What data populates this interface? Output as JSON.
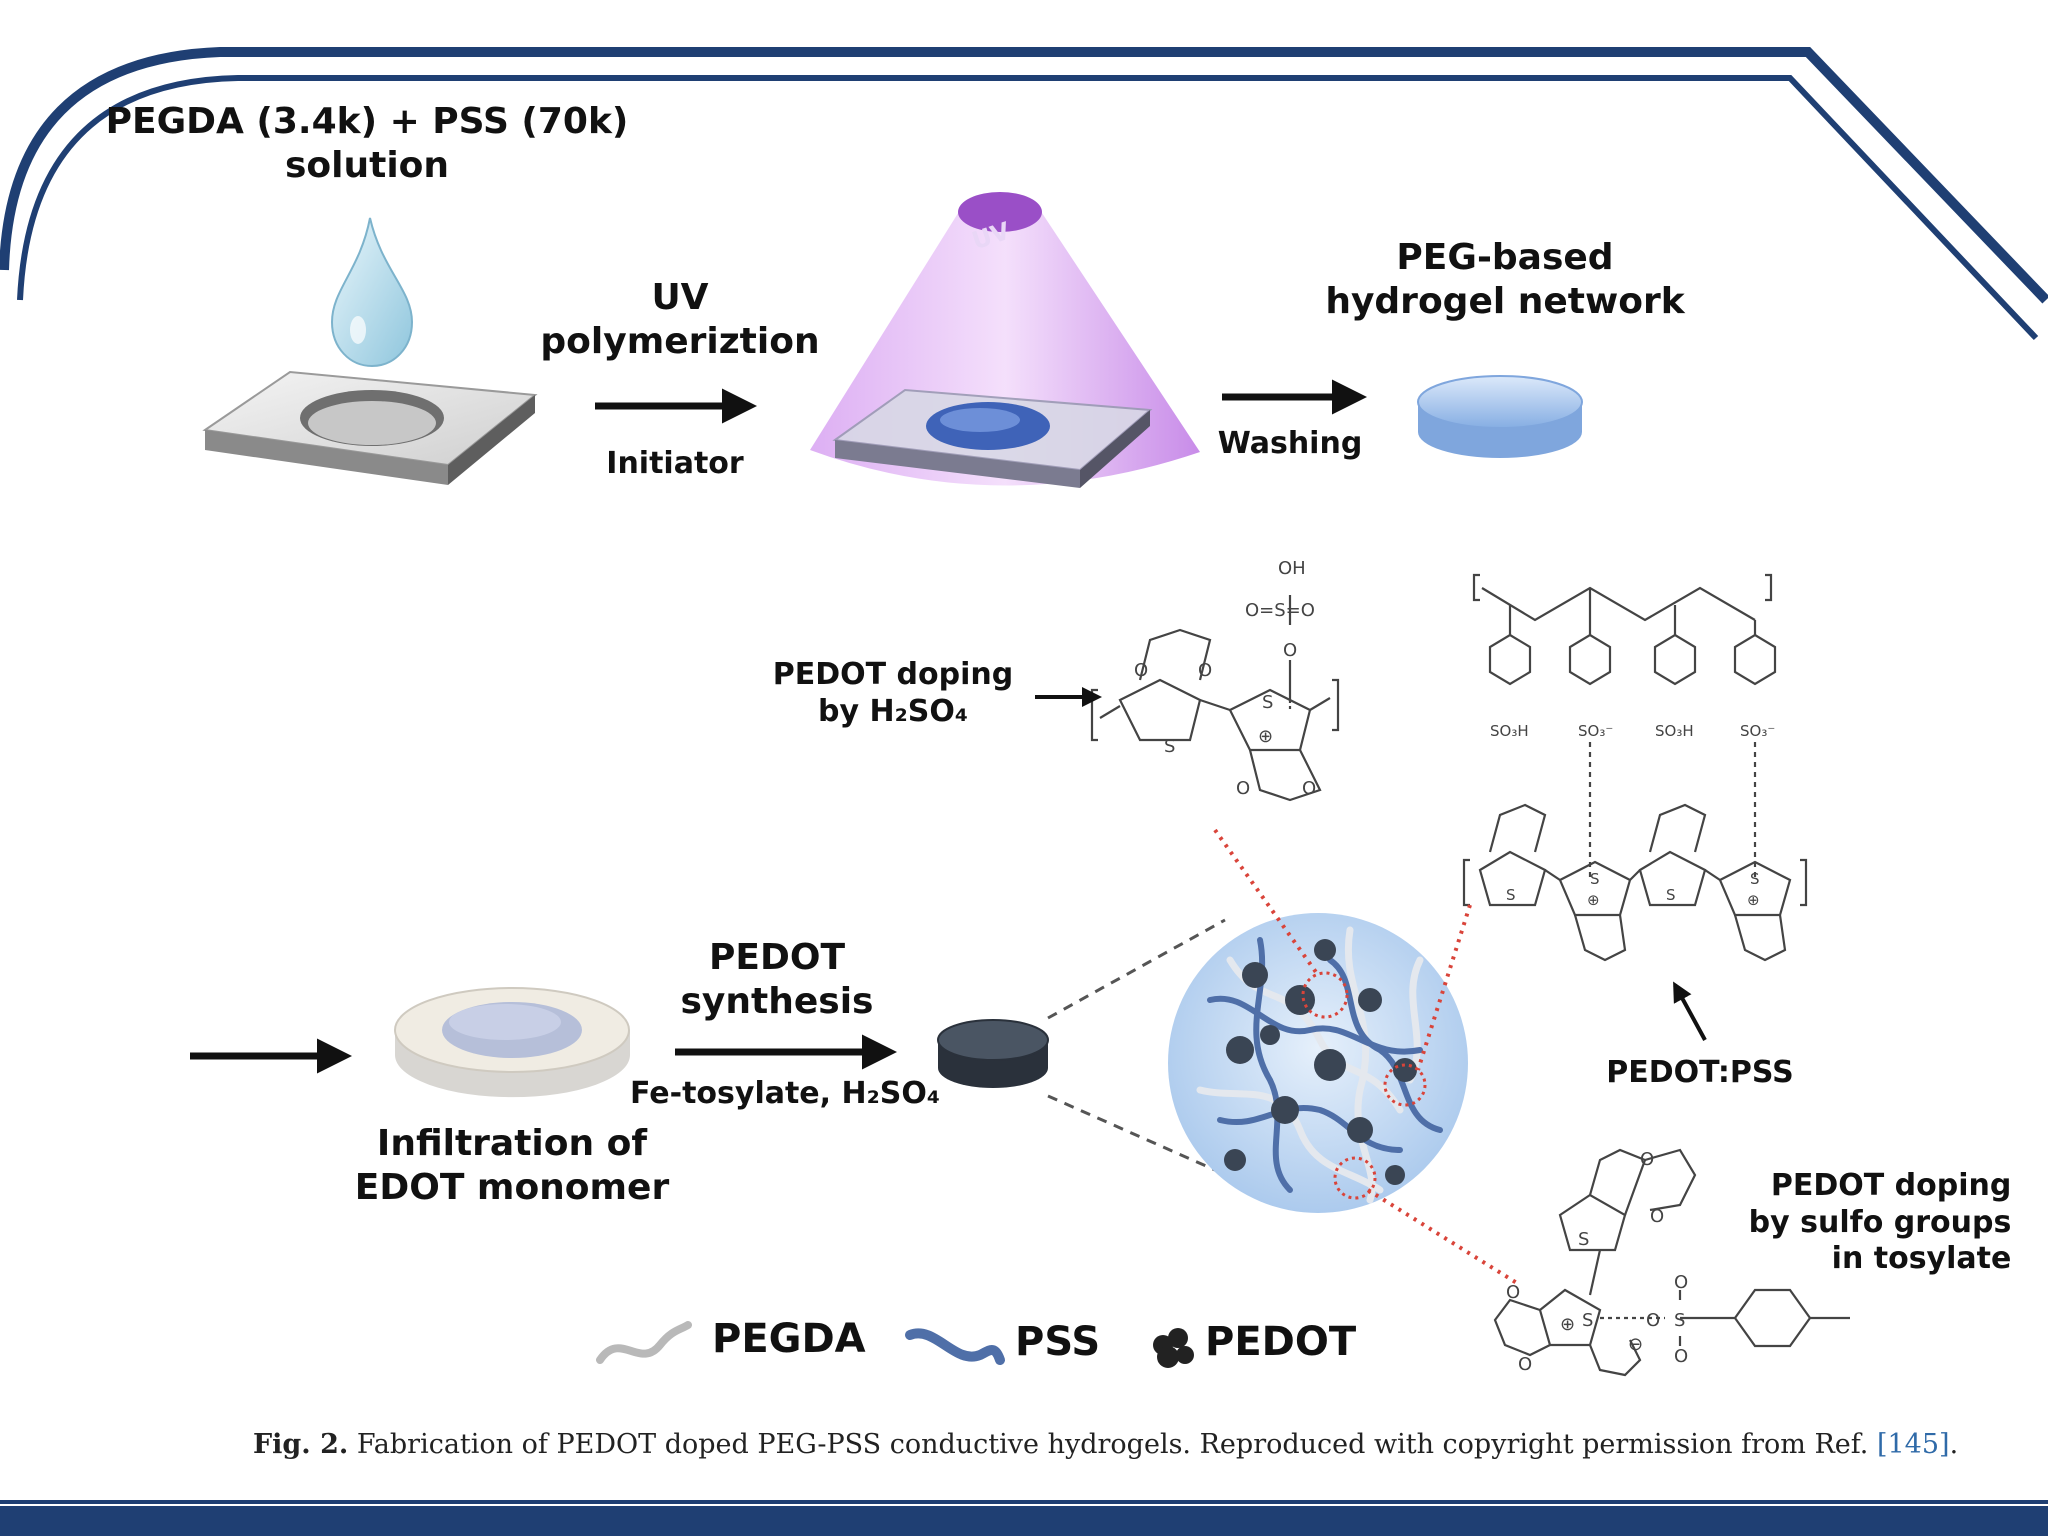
{
  "labels": {
    "top_solution_line1": "PEGDA (3.4k) + PSS (70k)",
    "top_solution_line2": "solution",
    "uv_line1": "UV",
    "uv_line2": "polymeriztion",
    "initiator": "Initiator",
    "lamp_text": "UV",
    "washing": "Washing",
    "network_line1": "PEG-based",
    "network_line2": "hydrogel network",
    "doping_h2so4_line1": "PEDOT doping",
    "doping_h2so4_line2": "by H₂SO₄",
    "synthesis_line1": "PEDOT",
    "synthesis_line2": "synthesis",
    "fe_tosylate": "Fe-tosylate, H₂SO₄",
    "infiltration_line1": "Infiltration of",
    "infiltration_line2": "EDOT monomer",
    "pedot_pss": "PEDOT:PSS",
    "doping_sulfo_line1": "PEDOT doping",
    "doping_sulfo_line2": "by sulfo groups",
    "doping_sulfo_line3": "in tosylate"
  },
  "chem": {
    "oh": "OH",
    "o_s_o": "O=S=O",
    "o": "O",
    "s": "S",
    "so3h": "SO₃H",
    "so3minus": "SO₃⁻",
    "plus": "⊕",
    "minus": "⊖"
  },
  "legend": {
    "pegda": "PEGDA",
    "pss": "PSS",
    "pedot": "PEDOT"
  },
  "caption": {
    "fig": "Fig. 2.",
    "text": "Fabrication of PEDOT doped PEG-PSS conductive hydrogels. Reproduced with copyright permission from Ref.",
    "ref": "[145]",
    "end": "."
  },
  "colors": {
    "frame": "#1f3f73",
    "uv_purple": "#c98ae8",
    "hydrogel_blue": "#a9c6ee",
    "pedot_dark": "#3a4554",
    "pss_blue": "#4f6fa8",
    "bubble": "#c9dcf3",
    "dots": "#d9443a"
  },
  "icons": {
    "droplet": "droplet-icon",
    "mold": "square-mold-icon",
    "lamp": "uv-lamp-icon",
    "disc": "hydrogel-disc-icon",
    "arrow": "right-arrow-icon"
  }
}
